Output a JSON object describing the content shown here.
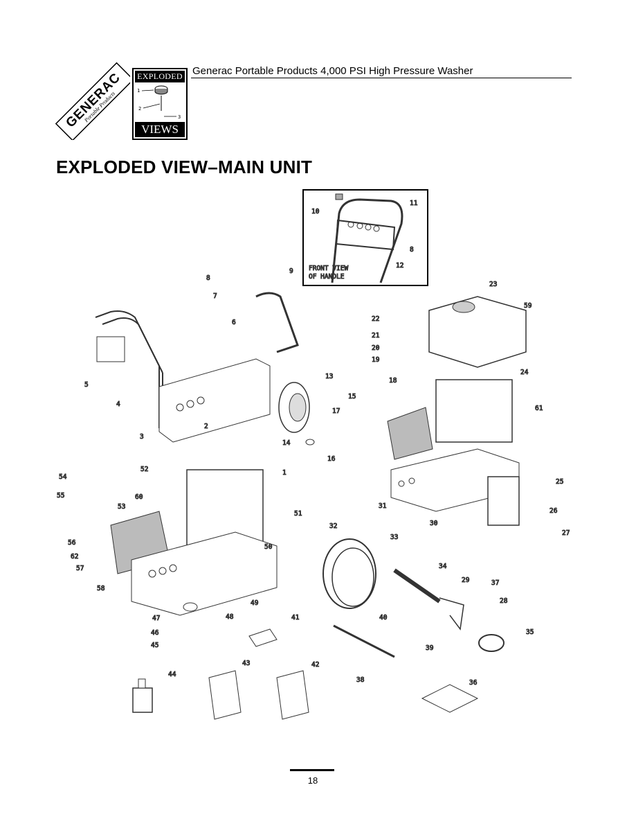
{
  "header": {
    "brand_logo_text": "GENERAC",
    "brand_logo_subtext": "Portable Products",
    "badge_top": "EXPLODED",
    "badge_bottom": "VIEWS",
    "badge_callouts": [
      "1",
      "2",
      "3"
    ],
    "document_title": "Generac Portable Products 4,000 PSI High Pressure Washer"
  },
  "page_title": "EXPLODED VIEW–MAIN UNIT",
  "inset": {
    "label_line1": "FRONT VIEW",
    "label_line2": "OF HANDLE",
    "callouts": [
      "10",
      "11",
      "8",
      "12"
    ]
  },
  "callouts": [
    "1",
    "2",
    "3",
    "4",
    "5",
    "6",
    "7",
    "8",
    "9",
    "13",
    "14",
    "15",
    "16",
    "17",
    "18",
    "19",
    "20",
    "21",
    "22",
    "23",
    "24",
    "25",
    "26",
    "27",
    "28",
    "29",
    "30",
    "31",
    "32",
    "33",
    "34",
    "35",
    "36",
    "37",
    "38",
    "39",
    "40",
    "41",
    "42",
    "43",
    "44",
    "45",
    "46",
    "47",
    "48",
    "49",
    "50",
    "51",
    "52",
    "53",
    "54",
    "55",
    "56",
    "57",
    "58",
    "59",
    "60",
    "61",
    "62"
  ],
  "footer": {
    "page_number": "18"
  }
}
